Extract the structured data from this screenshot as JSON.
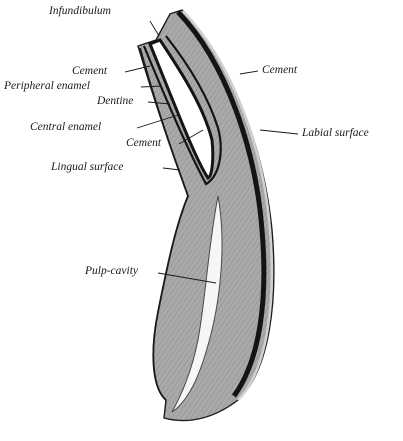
{
  "labels": {
    "infundibulum": "Infundibulum",
    "cement_top_left": "Cement",
    "peripheral_enamel": "Peripheral enamel",
    "dentine": "Dentine",
    "central_enamel": "Central enamel",
    "cement_inner": "Cement",
    "lingual_surface": "Lingual surface",
    "cement_right": "Cement",
    "labial_surface": "Labial surface",
    "pulp_cavity": "Pulp-cavity"
  },
  "colors": {
    "background": "#ffffff",
    "ink": "#1a1a1a",
    "dentine": "#a8a8a8",
    "enamel": "#141414",
    "cement": "#d2d2d2"
  }
}
